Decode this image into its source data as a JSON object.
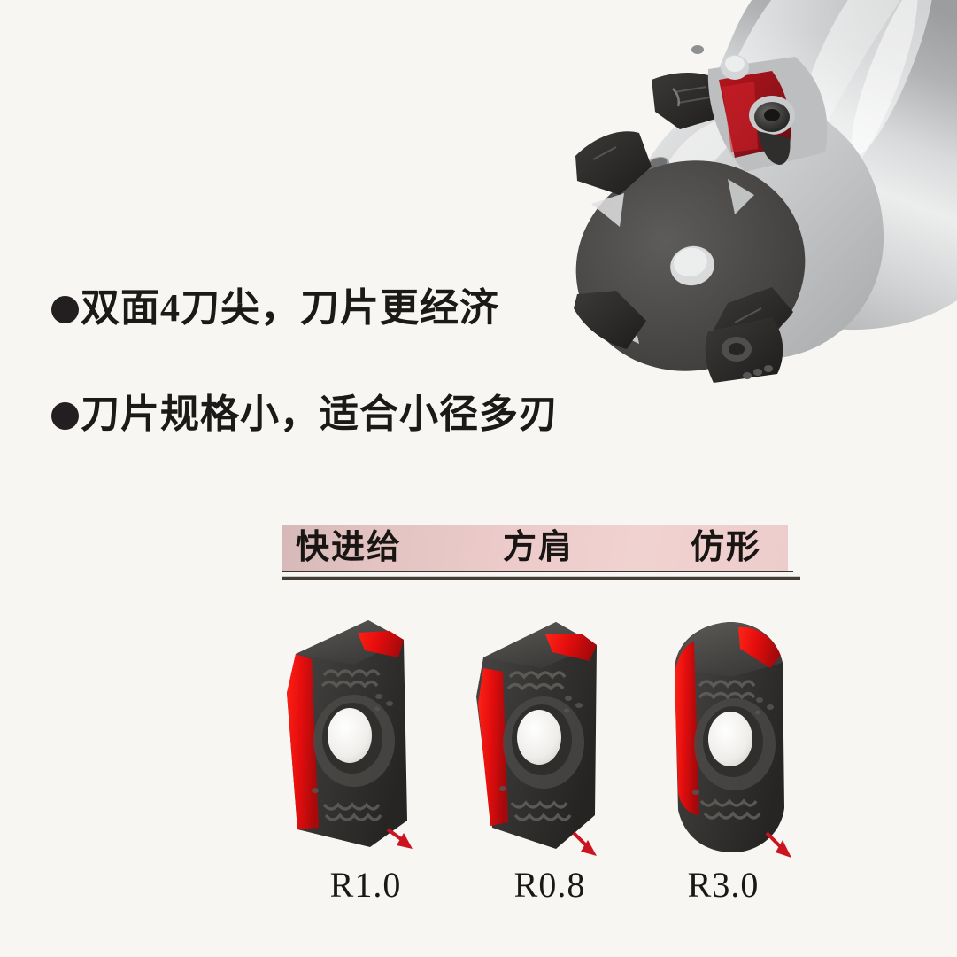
{
  "page": {
    "background_color": "#f8f6f2",
    "product_type": "indexable-milling-cutter-insert-chart"
  },
  "photo": {
    "caption_alt": "indexable face milling cutter head with carbide inserts",
    "body_color": "#c9cacb",
    "end_face_color": "#4a4847",
    "insert_color": "#3a3836",
    "accent_color": "#c11717"
  },
  "features": [
    {
      "bullet": "filled-circle-bullet",
      "text": "双面4刀尖，刀片更经济"
    },
    {
      "bullet": "filled-circle-bullet",
      "text": "刀片规格小，适合小径多刃"
    }
  ],
  "category_bar": {
    "background_from": "#d6b8b8",
    "background_to": "#edcdcb",
    "rule_color": "#3a3530",
    "columns": [
      {
        "label": "快进给"
      },
      {
        "label": "方肩"
      },
      {
        "label": "仿形"
      }
    ]
  },
  "inserts": [
    {
      "label": "R1.0",
      "corner_radius": "1.0",
      "body_color": "#3c3a38",
      "edge_color": "#e01010",
      "hole_color": "#f4f2ef",
      "arrow_color": "#cc1421",
      "profile": "square-shoulder-sharp"
    },
    {
      "label": "R0.8",
      "corner_radius": "0.8",
      "body_color": "#3c3a38",
      "edge_color": "#e01010",
      "hole_color": "#f4f2ef",
      "arrow_color": "#cc1421",
      "profile": "square-shoulder"
    },
    {
      "label": "R3.0",
      "corner_radius": "3.0",
      "body_color": "#3c3a38",
      "edge_color": "#e01010",
      "hole_color": "#f4f2ef",
      "arrow_color": "#cc1421",
      "profile": "round-profile"
    }
  ]
}
